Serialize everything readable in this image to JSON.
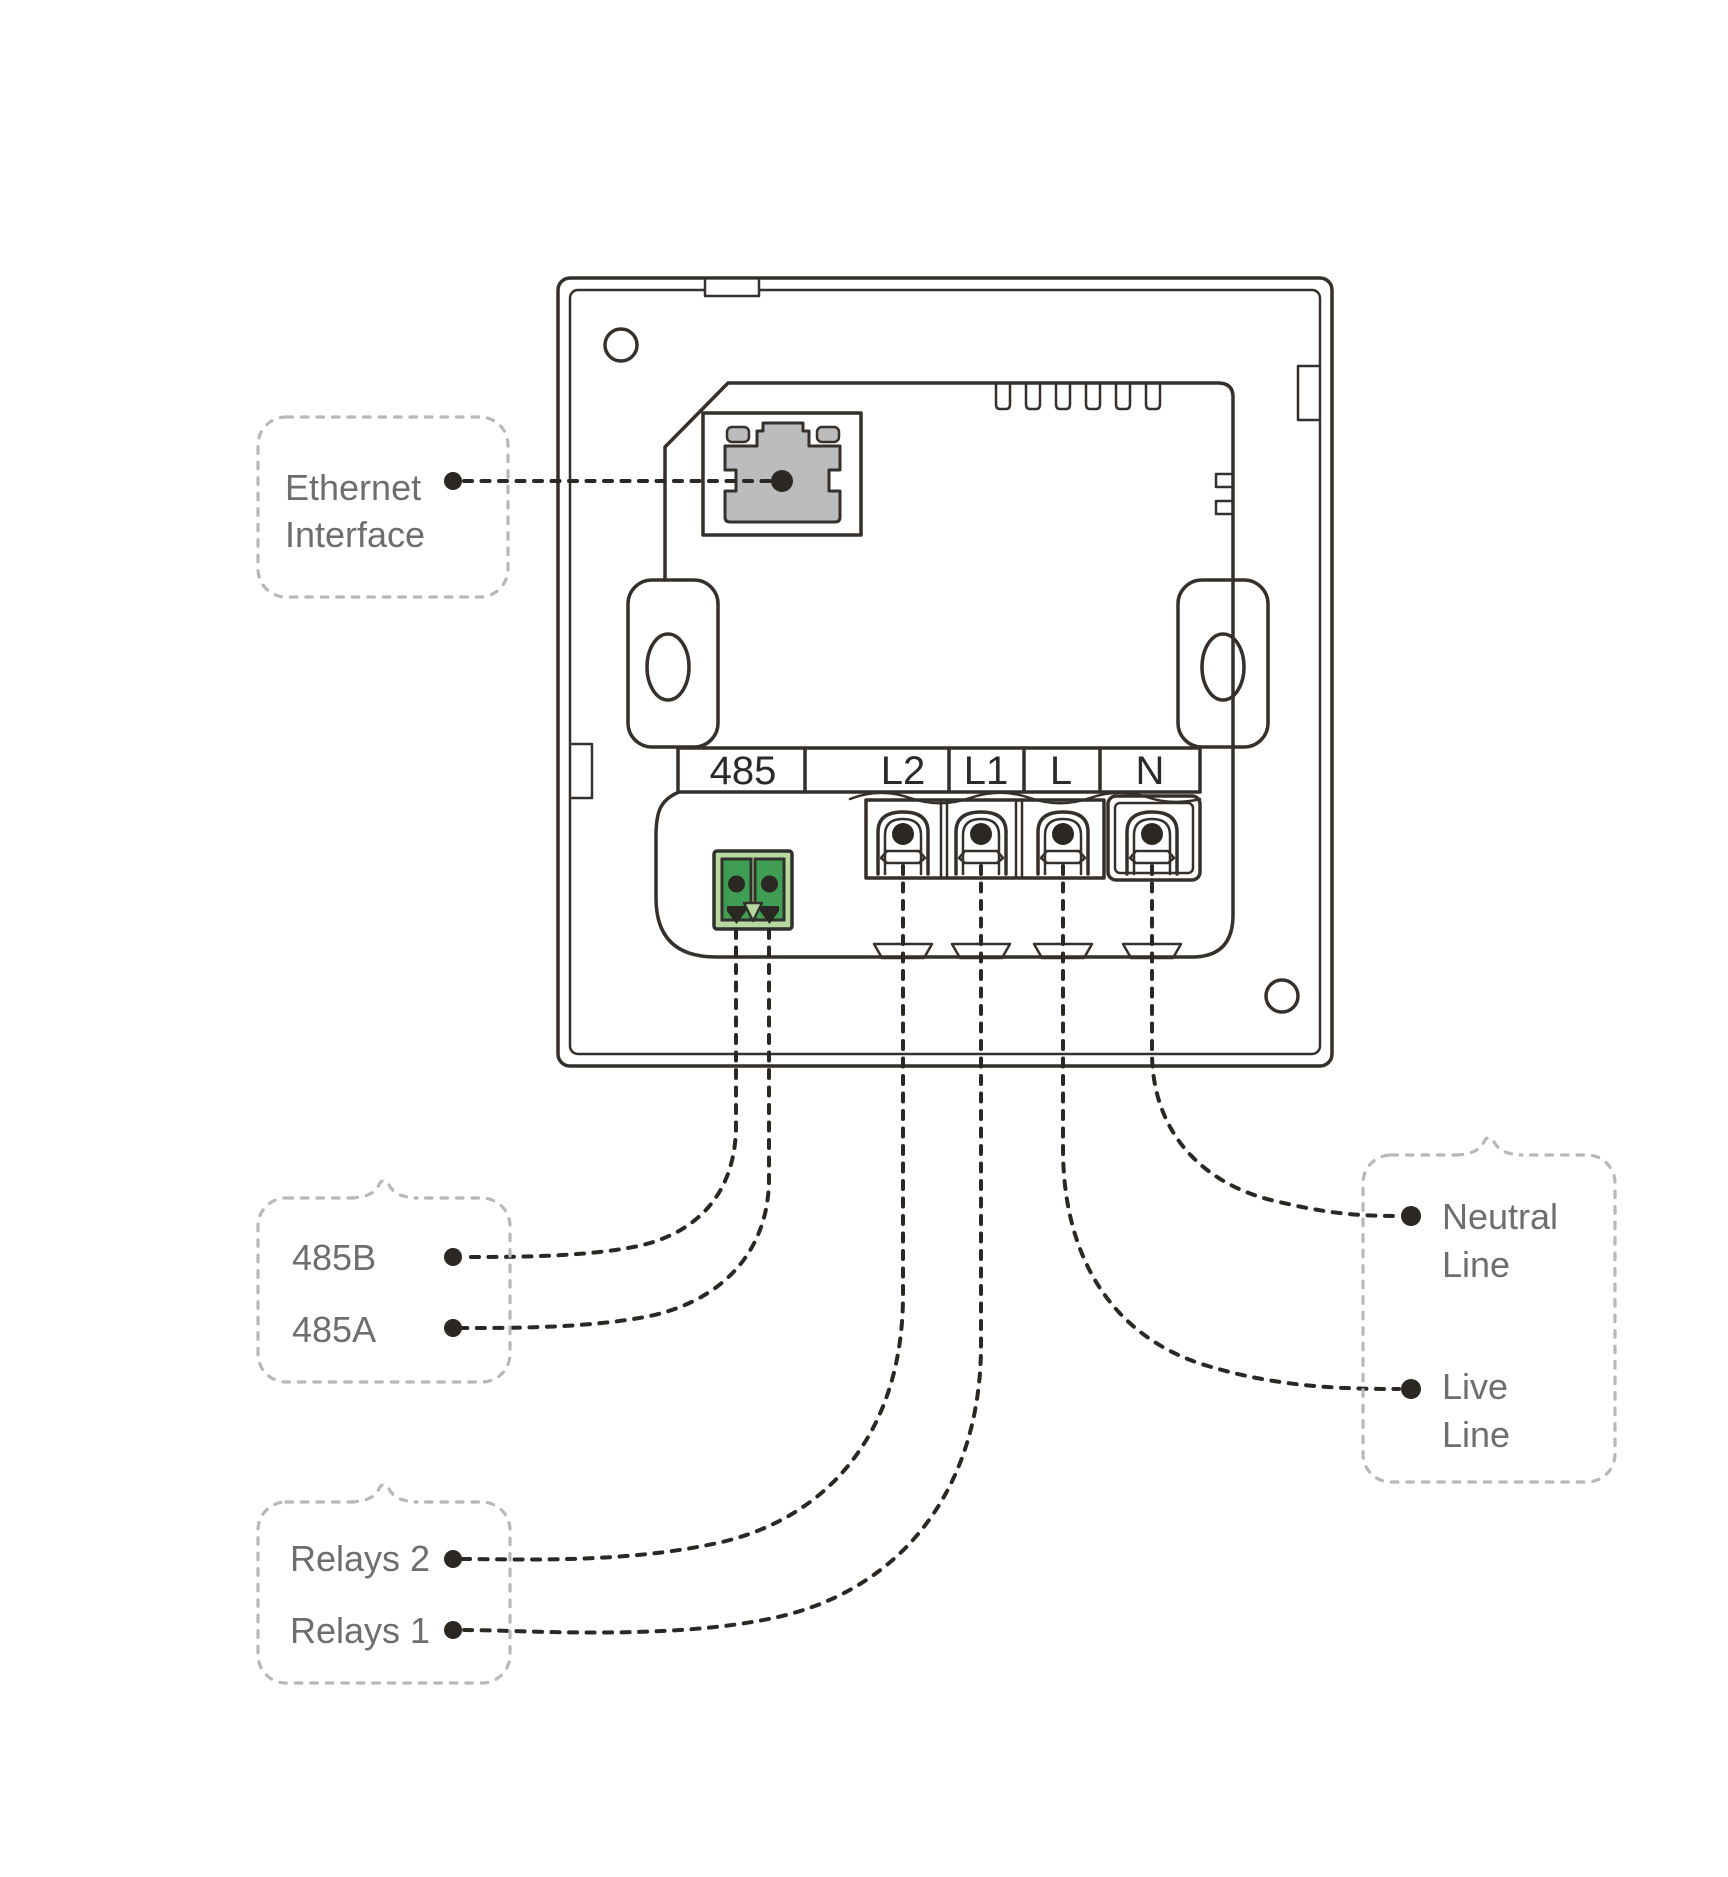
{
  "device": {
    "terminal_strip": {
      "labels": [
        "485",
        "L2",
        "L1",
        "L",
        "N"
      ]
    }
  },
  "callouts": {
    "ethernet": {
      "line1": "Ethernet",
      "line2": "Interface"
    },
    "rs485": {
      "top": "485B",
      "bottom": "485A"
    },
    "relays": {
      "top": "Relays 2",
      "bottom": "Relays 1"
    },
    "power": {
      "neutral": [
        "Neutral",
        "Line"
      ],
      "live": [
        "Live",
        "Line"
      ]
    }
  },
  "icons": {
    "ethernet_port": "rj45-port-icon",
    "rs485_connector": "green-2pin-terminal-icon",
    "screw_terminal": "screw-terminal-icon",
    "mounting_hole": "oval-mounting-hole-icon",
    "screw_hole": "round-screw-hole-icon",
    "vents": "vent-slots-icon"
  },
  "colors": {
    "outline": "#35302b",
    "wire": "#2b2723",
    "label_text": "#6e6e6e",
    "terminal_text": "#2c2a28",
    "callout_border": "#b8b8b8",
    "connector_frame": "#b7d8a0",
    "connector_slot": "#3f9e54",
    "ethernet_port": "#bcbcbc"
  }
}
